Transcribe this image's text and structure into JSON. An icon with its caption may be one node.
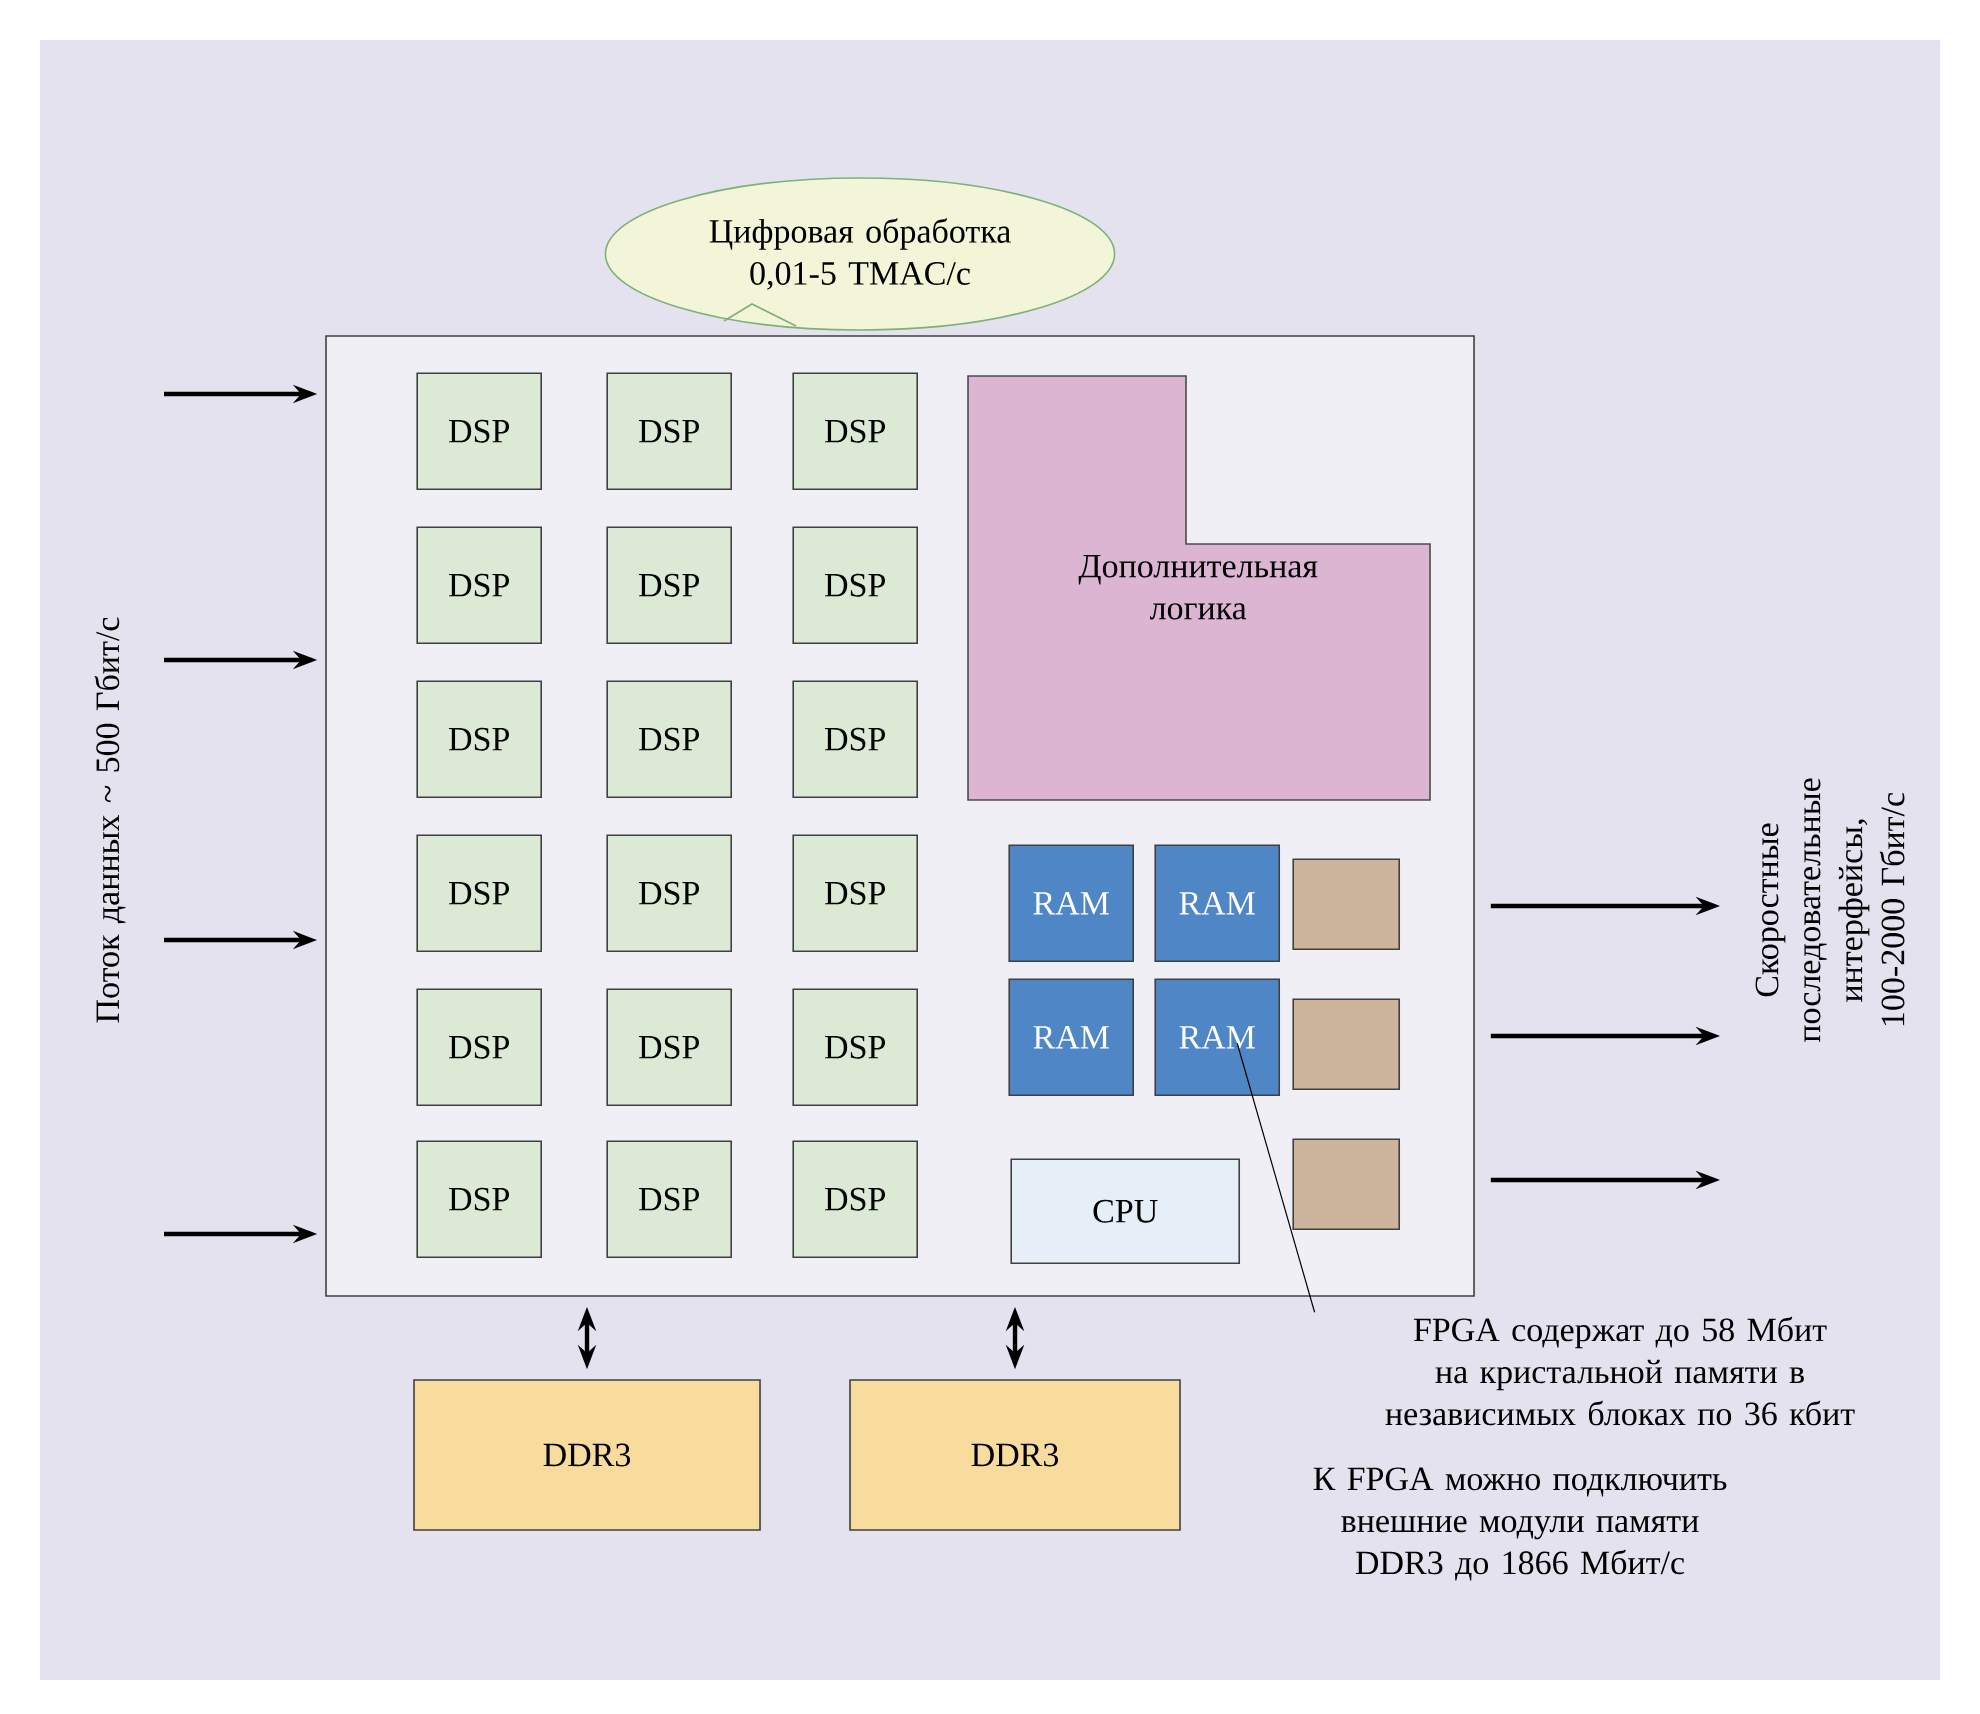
{
  "diagram": {
    "nodes": [
      {
        "text": [],
        "shape": "box"
      },
      {
        "text": [
          "DSP"
        ],
        "in": 0
      },
      {
        "text": [
          "DSP"
        ],
        "in": 0
      },
      {
        "text": [
          "DSP"
        ],
        "in": 0
      },
      {
        "text": [
          "DSP"
        ],
        "in": 0
      },
      {
        "text": [
          "DSP"
        ],
        "in": 0
      },
      {
        "text": [
          "DSP"
        ],
        "in": 0
      },
      {
        "text": [
          "DSP"
        ],
        "in": 0
      },
      {
        "text": [
          "DSP"
        ],
        "in": 0
      },
      {
        "text": [
          "DSP"
        ],
        "in": 0
      },
      {
        "text": [
          "DSP"
        ],
        "in": 0
      },
      {
        "text": [
          "DSP"
        ],
        "in": 0
      },
      {
        "text": [
          "DSP"
        ],
        "in": 0
      },
      {
        "text": [
          "DSP"
        ],
        "in": 0
      },
      {
        "text": [
          "DSP"
        ],
        "in": 0
      },
      {
        "text": [
          "DSP"
        ],
        "in": 0
      },
      {
        "text": [
          "DSP"
        ],
        "in": 0
      },
      {
        "text": [
          "DSP"
        ],
        "in": 0
      },
      {
        "text": [
          "DSP"
        ],
        "in": 0
      },
      {
        "text": [
          "Дополнительная логика"
        ],
        "in": 0
      },
      {
        "text": [
          "RAM"
        ],
        "in": 0
      },
      {
        "text": [
          "RAM"
        ],
        "in": 0
      },
      {
        "text": [
          "RAM"
        ],
        "in": 0
      },
      {
        "text": [
          "RAM"
        ],
        "in": 0
      },
      {
        "text": [],
        "shape": "box",
        "in": 0
      },
      {
        "text": [],
        "shape": "box",
        "in": 0
      },
      {
        "text": [],
        "shape": "box",
        "in": 0
      },
      {
        "text": [
          "CPU"
        ],
        "in": 0
      },
      {
        "text": [
          "DDR3"
        ]
      },
      {
        "text": [
          "DDR3"
        ]
      },
      {
        "text": [
          "Цифровая обработка 0,01-5 TMAC/с"
        ]
      },
      {
        "text": [
          "FPGA содержат до 58 Мбит на кристальной памяти в независимых блоках по 36 кбит"
        ]
      }
    ],
    "edges": [
      {
        "from": null,
        "to": 0,
        "arrow": "to"
      },
      {
        "from": null,
        "to": 0,
        "arrow": "to"
      },
      {
        "from": null,
        "to": 0,
        "arrow": "to"
      },
      {
        "from": null,
        "to": 0,
        "arrow": "to"
      },
      {
        "from": 0,
        "to": null,
        "arrow": "to"
      },
      {
        "from": 0,
        "to": null,
        "arrow": "to"
      },
      {
        "from": 0,
        "to": null,
        "arrow": "to"
      },
      {
        "from": 0,
        "to": 28,
        "arrow": "both"
      },
      {
        "from": 0,
        "to": 29,
        "arrow": "both"
      },
      {
        "from": 31,
        "to": 23,
        "arrow": "none"
      }
    ],
    "labels": [
      "Поток данных ~ 500 Гбит/с",
      "Скоростные последовательные интерфейсы, 100-2000 Гбит/с",
      "К FPGA можно подключить внешние модули памяти DDR3 до 1866 Мбит/с"
    ]
  }
}
